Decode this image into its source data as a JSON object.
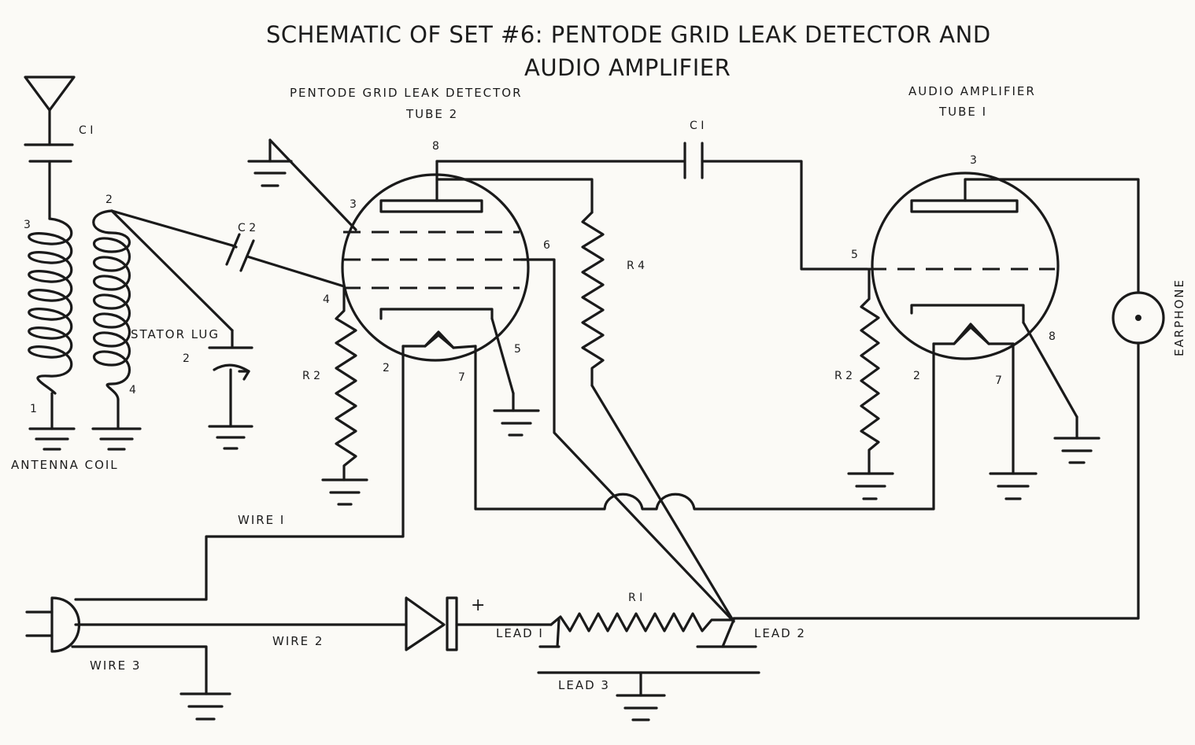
{
  "title_line1": "SCHEMATIC OF SET #6: PENTODE GRID LEAK DETECTOR AND",
  "title_line2": "AUDIO AMPLIFIER",
  "detector": {
    "heading1": "PENTODE GRID LEAK DETECTOR",
    "heading2": "TUBE 2",
    "pins": {
      "p8": "8",
      "p3": "3",
      "p6": "6",
      "p4": "4",
      "p2": "2",
      "p7": "7",
      "p5": "5"
    }
  },
  "amplifier": {
    "heading1": "AUDIO AMPLIFIER",
    "heading2": "TUBE I",
    "pins": {
      "p3": "3",
      "p5": "5",
      "p2": "2",
      "p7": "7",
      "p8": "8"
    }
  },
  "antenna": {
    "c1": "C I",
    "pin3": "3",
    "pin1": "1"
  },
  "coil": {
    "pin2": "2",
    "pin4": "4",
    "label": "ANTENNA  COIL"
  },
  "stator": {
    "label": "STATOR LUG",
    "pin": "2"
  },
  "components": {
    "c2": "C 2",
    "c1": "C I",
    "r4": "R 4",
    "r2_left": "R 2",
    "r2_right": "R 2",
    "r1": "R I"
  },
  "earphone": "EARPHONE",
  "wires": {
    "w1": "WIRE I",
    "w2": "WIRE 2",
    "w3": "WIRE 3"
  },
  "leads": {
    "l1": "LEAD  I",
    "l2": "LEAD  2",
    "l3": "LEAD  3"
  },
  "diode_plus": "+"
}
